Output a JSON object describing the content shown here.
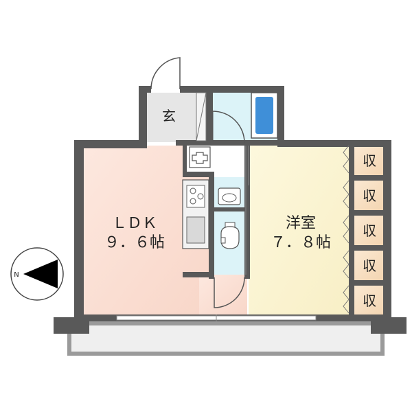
{
  "rooms": {
    "ldk": {
      "name": "ＬＤＫ",
      "size": "９．６帖"
    },
    "western": {
      "name": "洋室",
      "size": "７．８帖"
    },
    "entrance": {
      "name": "玄"
    },
    "storage": [
      "収",
      "収",
      "収",
      "収",
      "収"
    ]
  },
  "compass": {
    "direction_label": "N"
  },
  "colors": {
    "wall": "#595959",
    "ldk_floor": "#fbe1d6",
    "western_floor": "#fbf4d4",
    "wet_area": "#dcf3f8",
    "entrance_floor": "#e6e6e6",
    "storage_floor": "#f8e2c9",
    "balcony": "#efefef"
  }
}
